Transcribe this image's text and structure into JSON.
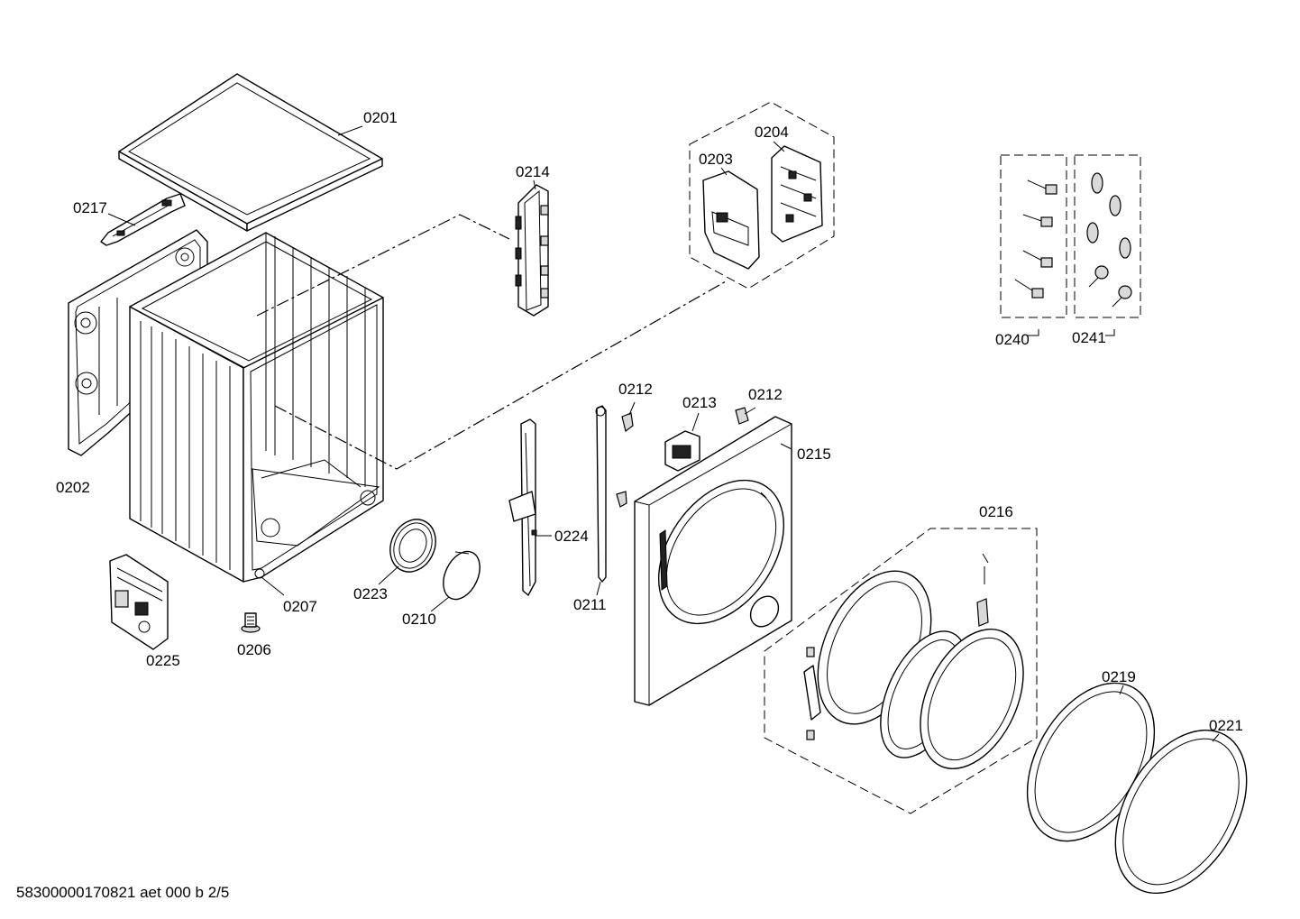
{
  "labels": {
    "p0201": "0201",
    "p0202": "0202",
    "p0203": "0203",
    "p0204": "0204",
    "p0206": "0206",
    "p0207": "0207",
    "p0210": "0210",
    "p0211": "0211",
    "p0212a": "0212",
    "p0212b": "0212",
    "p0213": "0213",
    "p0214": "0214",
    "p0215": "0215",
    "p0216": "0216",
    "p0217": "0217",
    "p0219": "0219",
    "p0221": "0221",
    "p0223": "0223",
    "p0224": "0224",
    "p0225": "0225",
    "p0240": "0240",
    "p0241": "0241"
  },
  "footer": "58300000170821 aet 000 b 2/5"
}
